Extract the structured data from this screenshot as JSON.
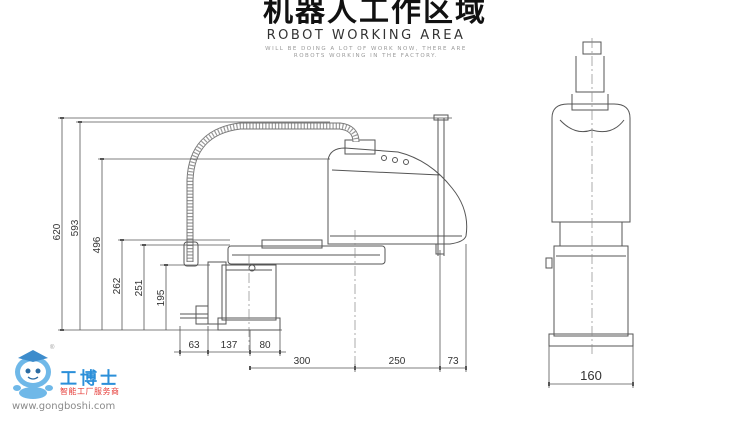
{
  "title_zh": "机器人工作区域",
  "title_en": "ROBOT WORKING AREA",
  "subtitle_line1": "WILL BE DOING A LOT OF WORK NOW, THERE ARE",
  "subtitle_line2": "ROBOTS WORKING IN THE FACTORY.",
  "vertical_dimensions": [
    "620",
    "593",
    "496",
    "262",
    "251",
    "195"
  ],
  "horizontal_dimensions": [
    "63",
    "137",
    "80",
    "300",
    "250",
    "73"
  ],
  "side_view_width": "160",
  "watermark": {
    "brand": "工博士",
    "tagline": "智能工厂服务商",
    "url": "www.gongboshi.com",
    "reg": "®"
  },
  "colors": {
    "line": "#555555",
    "brand_blue": "#2b8fd9",
    "brand_red": "#e53935"
  }
}
